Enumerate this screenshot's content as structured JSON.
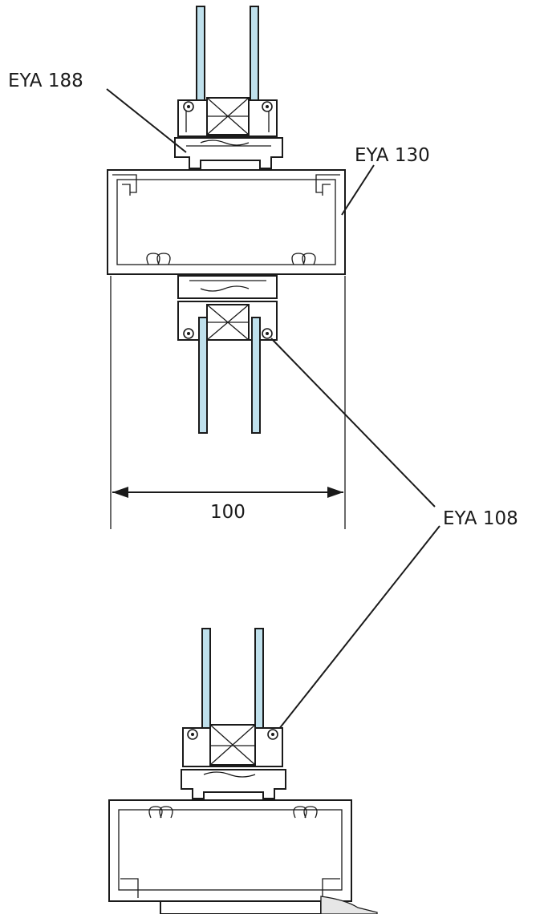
{
  "labels": {
    "eya188": "EYA 188",
    "eya130": "EYA 130",
    "eya108": "EYA 108",
    "dimension": "100"
  },
  "colors": {
    "glass": "#bfe0ec",
    "stroke": "#1a1a1a",
    "background": "#ffffff"
  }
}
